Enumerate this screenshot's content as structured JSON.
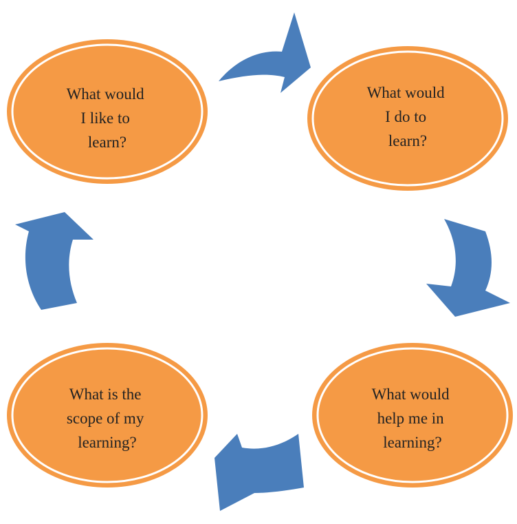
{
  "colors": {
    "node_fill": "#F59A45",
    "node_ring": "#ffffff",
    "node_outline": "#F59A45",
    "arrow": "#4A7EBB",
    "text": "#222222"
  },
  "nodes": [
    {
      "lines": [
        "What would",
        "I like to",
        "learn?"
      ]
    },
    {
      "lines": [
        "What would",
        "I do to",
        "learn?"
      ]
    },
    {
      "lines": [
        "What would",
        "help me in",
        "learning?"
      ]
    },
    {
      "lines": [
        "What is the",
        "scope of my",
        "learning?"
      ]
    }
  ],
  "arrows": [
    {
      "icon": "curved-arrow-right-icon"
    },
    {
      "icon": "curved-arrow-down-icon"
    },
    {
      "icon": "curved-arrow-left-icon"
    },
    {
      "icon": "curved-arrow-up-icon"
    }
  ]
}
